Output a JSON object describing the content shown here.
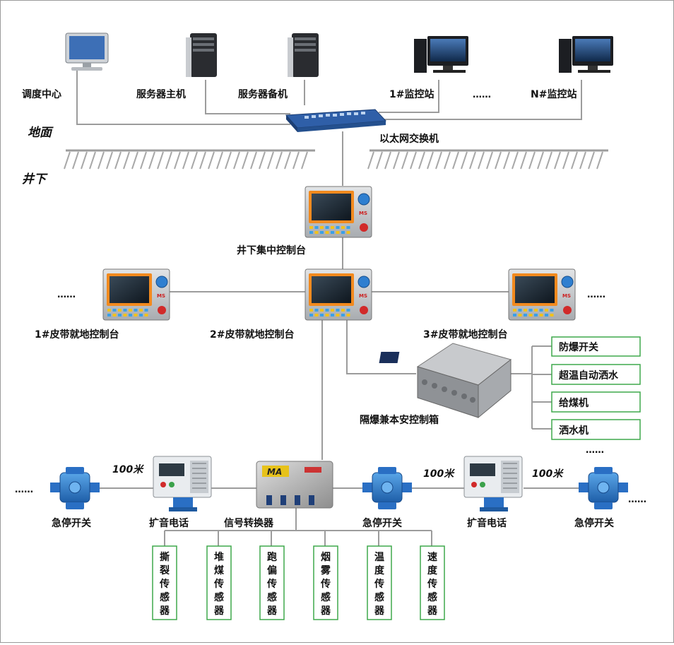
{
  "zones": {
    "ground": "地面",
    "underground": "井下"
  },
  "surface": {
    "dispatch_center": "调度中心",
    "server_main": "服务器主机",
    "server_backup": "服务器备机",
    "station_1": "1#监控站",
    "station_dots": "……",
    "station_n": "N#监控站",
    "switch": "以太网交换机"
  },
  "underground": {
    "central_console": "井下集中控制台",
    "belt_1": "1#皮带就地控制台",
    "belt_2": "2#皮带就地控制台",
    "belt_3": "3#皮带就地控制台",
    "left_dots": "……",
    "right_dots": "……",
    "control_box": "隔爆兼本安控制箱",
    "outputs": [
      "防爆开关",
      "超温自动洒水",
      "给煤机",
      "洒水机"
    ],
    "outputs_dots": "……",
    "signal_converter": "信号转换器",
    "estop": "急停开关",
    "phone": "扩音电话",
    "distance": "100米",
    "line_dots": "……",
    "sensors": [
      "撕裂传感器",
      "堆煤传感器",
      "跑偏传感器",
      "烟雾传感器",
      "温度传感器",
      "速度传感器"
    ]
  }
}
